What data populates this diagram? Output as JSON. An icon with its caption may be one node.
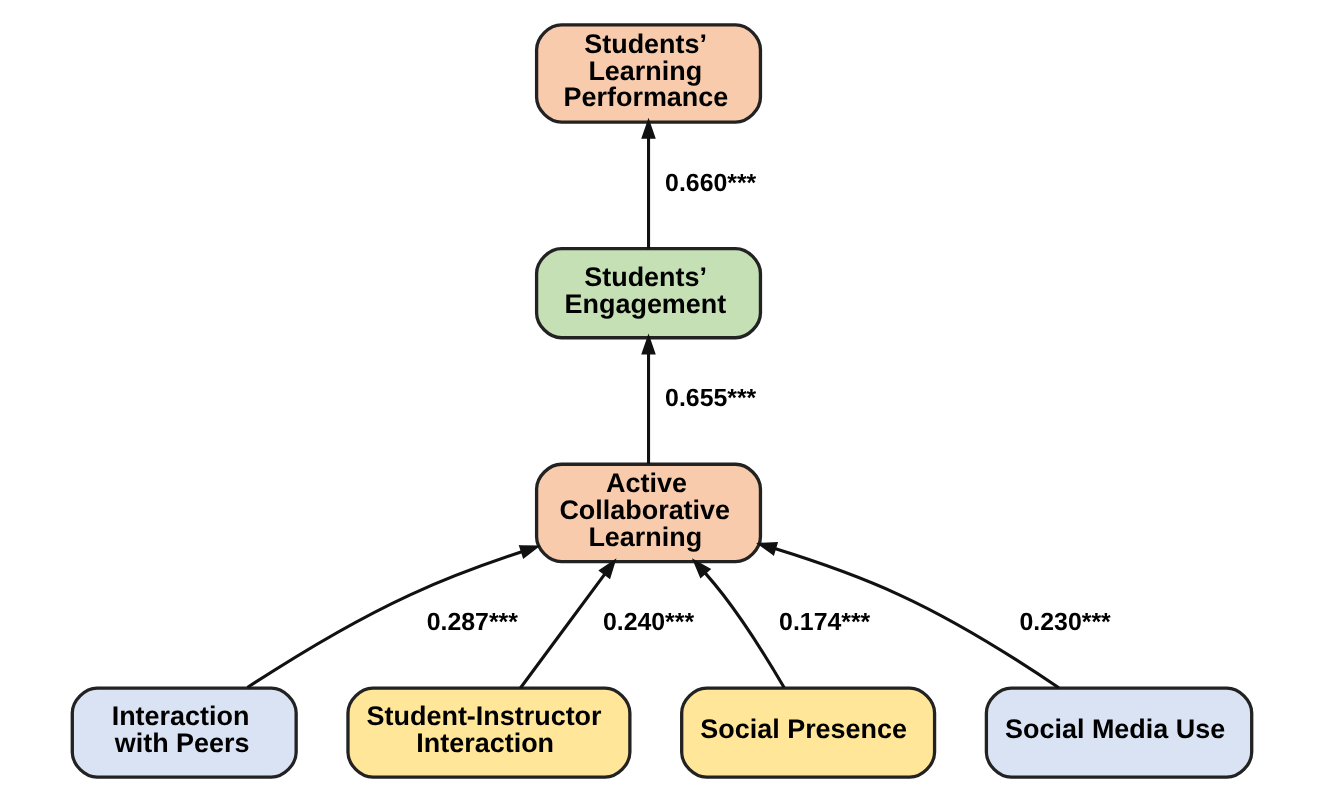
{
  "diagram": {
    "nodes": [
      {
        "text": [
          "Students’ Learning Performance"
        ]
      },
      {
        "text": [
          "Students’ Engagement"
        ]
      },
      {
        "text": [
          "Active Collaborative Learning"
        ]
      },
      {
        "text": [
          "Interaction with Peers"
        ]
      },
      {
        "text": [
          "Student-Instructor Interaction"
        ]
      },
      {
        "text": [
          "Social Presence"
        ]
      },
      {
        "text": [
          "Social Media Use"
        ]
      }
    ],
    "edges": [
      {
        "from": 1,
        "to": 0,
        "arrow": "to",
        "label": "0.660***"
      },
      {
        "from": 2,
        "to": 1,
        "arrow": "to",
        "label": "0.655***"
      },
      {
        "from": 3,
        "to": 2,
        "arrow": "to",
        "label": "0.287***"
      },
      {
        "from": 4,
        "to": 2,
        "arrow": "to",
        "label": "0.240***"
      },
      {
        "from": 5,
        "to": 2,
        "arrow": "to",
        "label": "0.174***"
      },
      {
        "from": 6,
        "to": 2,
        "arrow": "to",
        "label": "0.230***"
      }
    ]
  }
}
